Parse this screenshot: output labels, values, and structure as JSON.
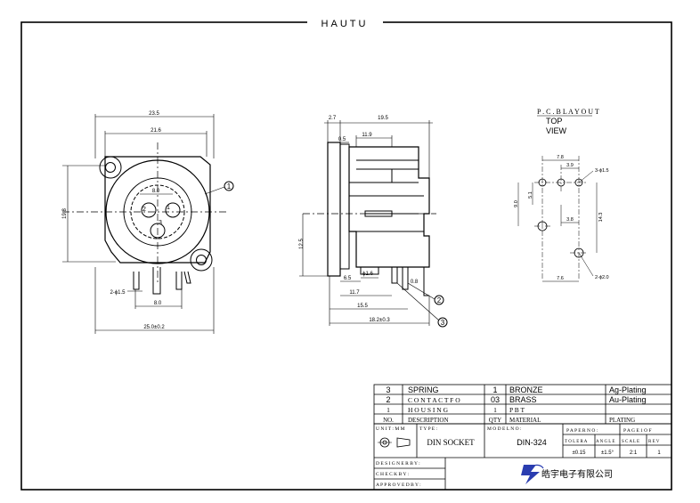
{
  "header": {
    "brand": "HAUTU"
  },
  "dims": {
    "front": {
      "w_outer": "23.5",
      "w_inner": "21.6",
      "h_total": "19.8",
      "pin_span": "8.0",
      "mount_holes": "2-ϕ1.5",
      "bottom_pin": "8.0",
      "base": "25.0±0.2"
    },
    "side": {
      "a": "2.7",
      "b": "19.5",
      "c": "11.9",
      "d": "0.5",
      "h": "12.5",
      "p1": "6.5",
      "p2": "11.7",
      "p3": "15.5",
      "p4": "18.2±0.3",
      "q1": "ϕ1.6",
      "q2": "0.8"
    },
    "pcb": {
      "a": "7.8",
      "b": "3.9",
      "c": "3-ϕ1.5",
      "d": "5.1",
      "e": "9.0",
      "f": "3.8",
      "g": "14.3",
      "h": "7.6",
      "i": "2-ϕ2.0"
    }
  },
  "pin_labels": {
    "p1": "1",
    "p2": "2",
    "p3": "3"
  },
  "callouts": {
    "c1": "1",
    "c2": "2",
    "c3": "3"
  },
  "pcb_layout": {
    "title": "P . C . B   L A Y O U T",
    "sub1": "TOP",
    "sub2": "VIEW"
  },
  "bom": {
    "rows": [
      {
        "no": "3",
        "desc": "SPRING",
        "qty": "1",
        "material": "BRONZE",
        "plating": "Ag-Plating"
      },
      {
        "no": "2",
        "desc": "C O N T A C T   F O",
        "qty": "03",
        "material": "BRASS",
        "plating": "Au-Plating"
      },
      {
        "no": "1",
        "desc": "H O U S I N G",
        "qty": "1",
        "material": "P B T",
        "plating": ""
      }
    ],
    "header": {
      "no": "NO.",
      "desc": "DESCRIPTION",
      "qty": "QTY",
      "material": "MATERIAL",
      "plating": "PLATING"
    }
  },
  "title_block": {
    "unit_label": "U N I T : M M",
    "type_label": "T Y P E :",
    "type_value": "DIN SOCKET",
    "model_label": "M O D E L   N O :",
    "model_value": "DIN-324",
    "paper_label": "P A P E R   N O :",
    "page_label": "P A G E  1  O F",
    "toler_label": "T O L E R A",
    "angle_label": "A N G L E",
    "scale_label": "S C A L E",
    "rev_label": "R E V",
    "toler_value": "±0.15",
    "angle_value": "±1.5°",
    "scale_value": "2:1",
    "rev_value": "1",
    "designer_label": "D E S I G N E R  B Y :",
    "check_label": "C H E C K       B Y :",
    "approved_label": "A P P R O V E D  B Y :",
    "company": "皓宇电子有限公司"
  }
}
